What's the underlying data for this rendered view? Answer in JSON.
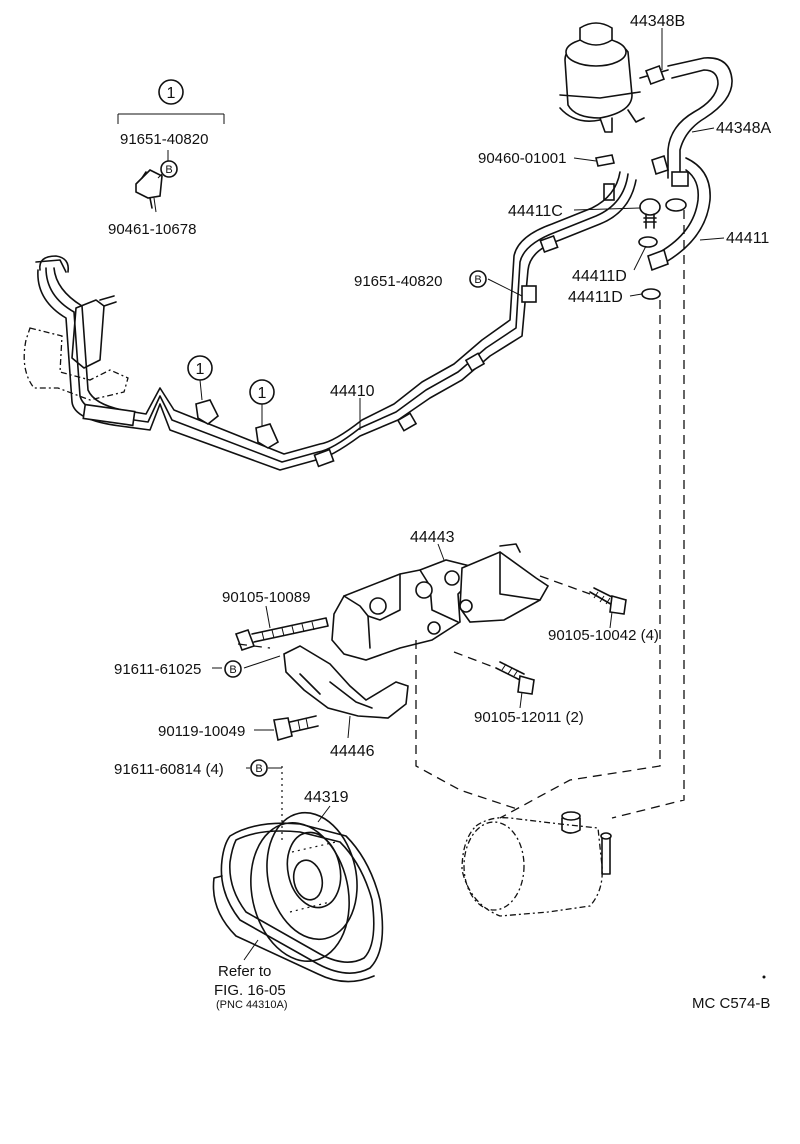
{
  "labels": {
    "p44348B": "44348B",
    "p44348A": "44348A",
    "p90460": "90460-01001",
    "p44411C": "44411C",
    "p44411": "44411",
    "p44411D_a": "44411D",
    "p44411D_b": "44411D",
    "p91651_top": "91651-40820",
    "p90461": "90461-10678",
    "p91651_mid": "91651-40820",
    "p44410": "44410",
    "p44443": "44443",
    "p90105_10089": "90105-10089",
    "p90105_10042": "90105-10042 (4)",
    "p91611_61025": "91611-61025",
    "p90105_12011": "90105-12011 (2)",
    "p90119": "90119-10049",
    "p44446": "44446",
    "p91611_60814": "91611-60814 (4)",
    "p44319": "44319",
    "refer1": "Refer to",
    "refer2": "FIG. 16-05",
    "refer3": "(PNC 44310A)",
    "code": "MC  C574-B"
  },
  "markers": {
    "circle1": "1",
    "b": "B"
  }
}
